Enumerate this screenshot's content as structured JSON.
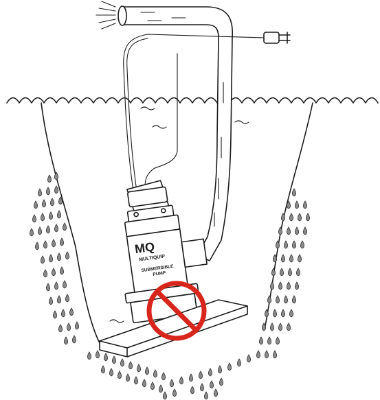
{
  "pump": {
    "brand": "MULTIQUIP",
    "label_line1": "SUBMERSIBLE",
    "label_line2": "PUMP"
  },
  "colors": {
    "prohibition": "#d9261c",
    "line": "#1a1a1a",
    "droplet": "#8a8a8a"
  }
}
